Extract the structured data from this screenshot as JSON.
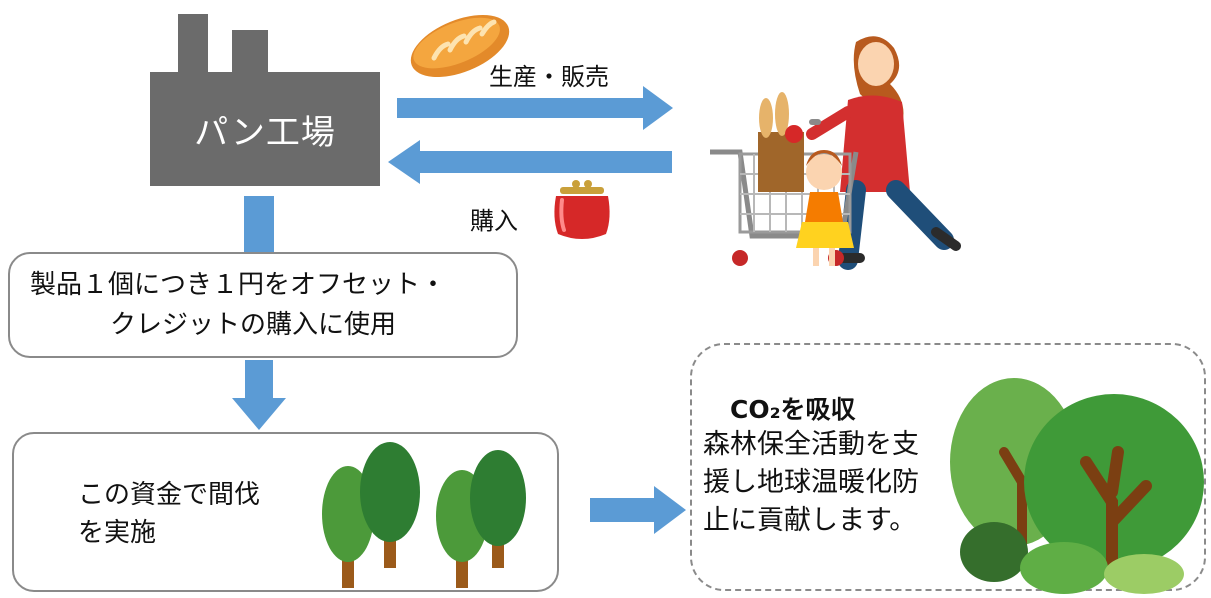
{
  "factory": {
    "label": "パン工場"
  },
  "flows": {
    "production_sales": "生産・販売",
    "purchase": "購入"
  },
  "step1": {
    "lines": [
      "製品１個につき１円をオフセット・",
      "クレジットの購入に使用"
    ]
  },
  "step2": {
    "lines": [
      "この資金で間伐",
      "を実施"
    ]
  },
  "forest": {
    "co2_label": "CO₂を吸収",
    "lines": [
      "森林保全活動を支",
      "援し地球温暖化防",
      "止に貢献します。"
    ]
  },
  "colors": {
    "arrow": "#5b9bd5",
    "factory": "#6b6b6b",
    "box_border": "#8a8a8a"
  }
}
